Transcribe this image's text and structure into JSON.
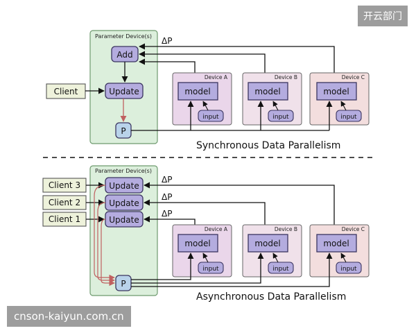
{
  "watermarks": {
    "top_right": "开云部门",
    "bottom_left": "cnson-kaiyun.com.cn"
  },
  "sync": {
    "param_label": "Parameter Device(s)",
    "add": "Add",
    "update": "Update",
    "p": "P",
    "client": "Client",
    "delta": "ΔP",
    "devices": [
      {
        "name": "Device A",
        "model": "model",
        "input": "input"
      },
      {
        "name": "Device B",
        "model": "model",
        "input": "input"
      },
      {
        "name": "Device C",
        "model": "model",
        "input": "input"
      }
    ],
    "caption": "Synchronous Data Parallelism"
  },
  "async": {
    "param_label": "Parameter Device(s)",
    "updates": [
      "Update",
      "Update",
      "Update"
    ],
    "clients": [
      "Client 3",
      "Client 2",
      "Client 1"
    ],
    "deltas": [
      "ΔP",
      "ΔP",
      "ΔP"
    ],
    "p": "P",
    "devices": [
      {
        "name": "Device A",
        "model": "model",
        "input": "input"
      },
      {
        "name": "Device B",
        "model": "model",
        "input": "input"
      },
      {
        "name": "Device C",
        "model": "model",
        "input": "input"
      }
    ],
    "caption": "Asynchronous Data Parallelism"
  },
  "colors": {
    "param_bg": "#dcefdc",
    "param_border": "#6e9a6e",
    "node_bg": "#b4acdf",
    "node_border": "#3b3560",
    "p_bg": "#b9d3ea",
    "client_bg": "#eef2db",
    "device_a": "#ead6ea",
    "device_b": "#f0e1ea",
    "device_c": "#f3dede",
    "red_arrow": "#c06060"
  }
}
